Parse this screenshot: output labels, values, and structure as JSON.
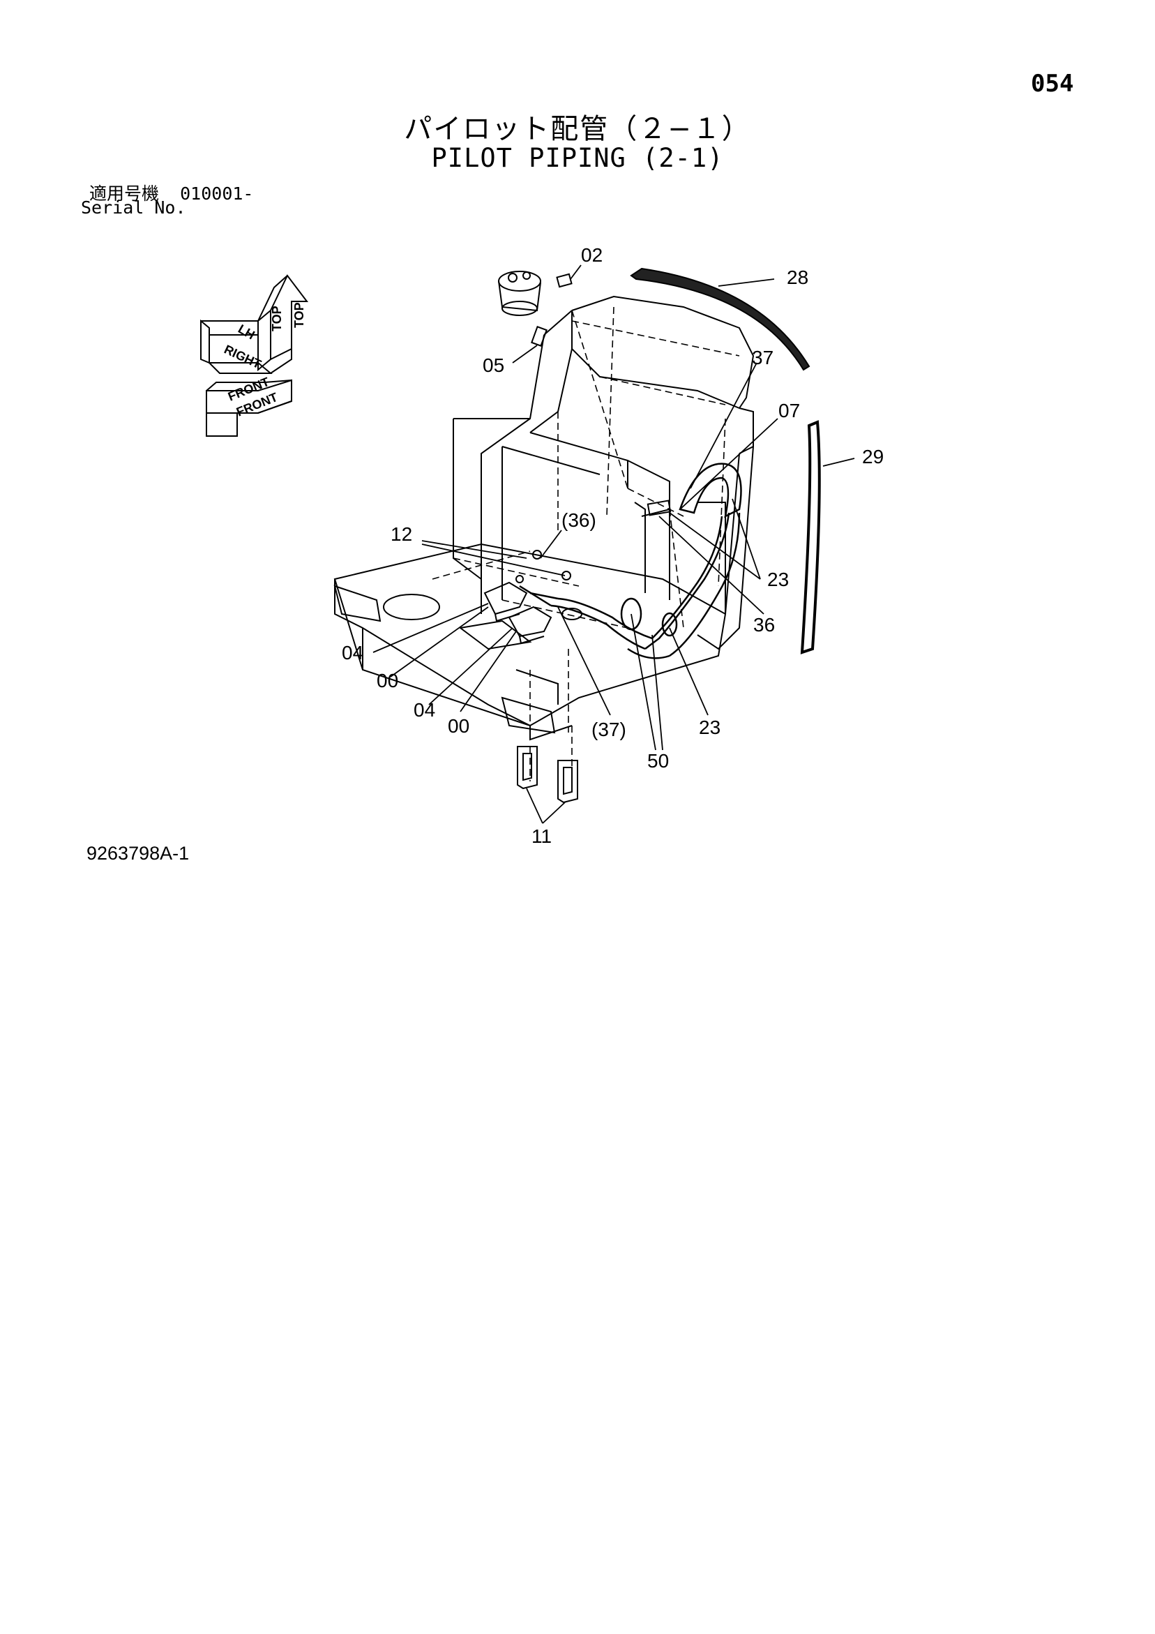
{
  "page_number": "054",
  "title_jp": "パイロット配管（２−１）",
  "title_en": "PILOT PIPING (2-1)",
  "serial": {
    "label_jp": "適用号機",
    "range": "010001-",
    "label_en": "Serial No."
  },
  "drawing_number": "9263798A-1",
  "orientation_labels": [
    "TOP",
    "LH",
    "RIGHT",
    "FRONT"
  ],
  "callouts": [
    "02",
    "28",
    "05",
    "37",
    "07",
    "29",
    "12",
    "(36)",
    "23",
    "36",
    "04",
    "00",
    "04",
    "00",
    "(37)",
    "23",
    "50",
    "11"
  ]
}
